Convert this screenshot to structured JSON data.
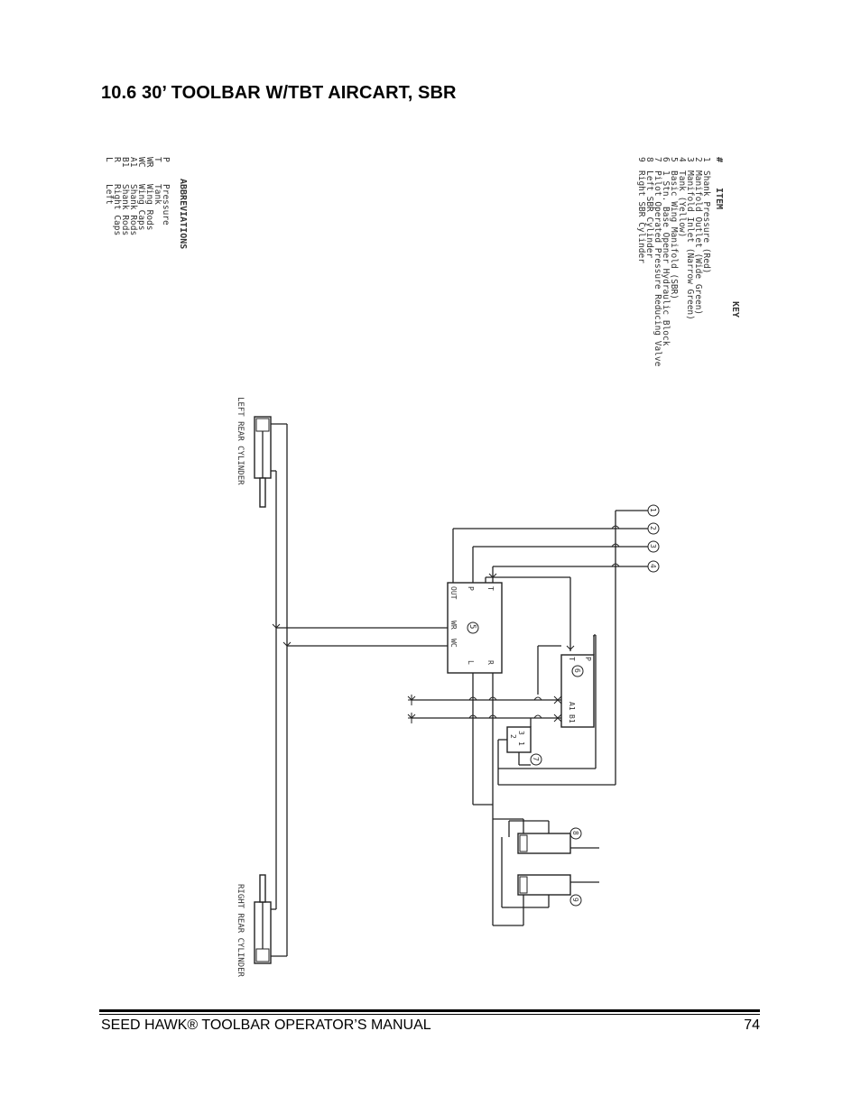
{
  "header": {
    "section_title": "10.6  30’ TOOLBAR W/TBT AIRCART, SBR"
  },
  "key": {
    "title": "KEY",
    "col_num": "#",
    "col_item": "ITEM",
    "items": [
      {
        "num": "1",
        "label": "Shank Pressure (Red)"
      },
      {
        "num": "2",
        "label": "Manifold Outlet (Wide Green)"
      },
      {
        "num": "3",
        "label": "Manifold Inlet (Narrow Green)"
      },
      {
        "num": "4",
        "label": "Tank (Yellow)"
      },
      {
        "num": "5",
        "label": "Basic Wing Manifold (SBR)"
      },
      {
        "num": "6",
        "label": "1 Stn. Base Opener Hydraulic Block"
      },
      {
        "num": "7",
        "label": "Pilot Operated Pressure Reducing Valve"
      },
      {
        "num": "8",
        "label": "Left SBR Cylinder"
      },
      {
        "num": "9",
        "label": "Right SBR Cylinder"
      }
    ]
  },
  "abbreviations": {
    "title": "ABBREVIATIONS",
    "items": [
      {
        "abbr": "P",
        "meaning": "Pressure"
      },
      {
        "abbr": "T",
        "meaning": "Tank"
      },
      {
        "abbr": "WR",
        "meaning": "Wing Rods"
      },
      {
        "abbr": "WC",
        "meaning": "Wing Caps"
      },
      {
        "abbr": "A1",
        "meaning": "Shank Rods"
      },
      {
        "abbr": "B1",
        "meaning": "Shank Rods"
      },
      {
        "abbr": "R",
        "meaning": "Right Caps"
      },
      {
        "abbr": "L",
        "meaning": "Left"
      }
    ]
  },
  "diagram": {
    "left_cylinder_label": "LEFT REAR CYLINDER",
    "right_cylinder_label": "RIGHT REAR CYLINDER",
    "manifold": {
      "number": "5",
      "ports": {
        "t": "T",
        "p": "P",
        "out": "OUT",
        "wr": "WR",
        "wc": "WC",
        "r": "R",
        "l": "L"
      }
    },
    "block": {
      "number": "6",
      "ports": {
        "p": "P",
        "t": "T",
        "a1": "A1",
        "b1": "B1"
      }
    },
    "valve": {
      "number": "7",
      "port3": "3",
      "port2": "2",
      "port1": "1"
    },
    "hoses": [
      "1",
      "2",
      "3",
      "4"
    ],
    "sbr_cylinders": [
      "8",
      "9"
    ]
  },
  "footer": {
    "manual_title": "SEED HAWK® TOOLBAR OPERATOR’S MANUAL",
    "page_number": "74"
  }
}
